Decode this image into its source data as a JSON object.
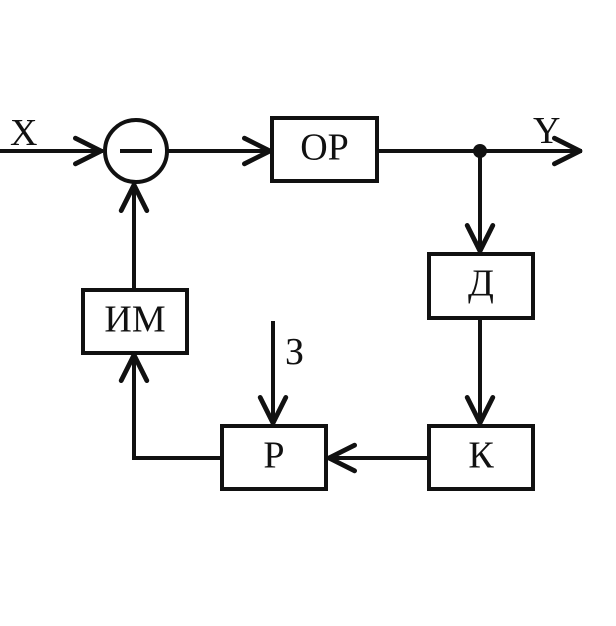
{
  "diagram": {
    "input_label": "X",
    "output_label": "Y",
    "setpoint_label": "З",
    "blocks": {
      "or": "ОР",
      "d": "Д",
      "k": "К",
      "r": "Р",
      "im": "ИМ"
    },
    "comparator_symbol": "minus"
  }
}
